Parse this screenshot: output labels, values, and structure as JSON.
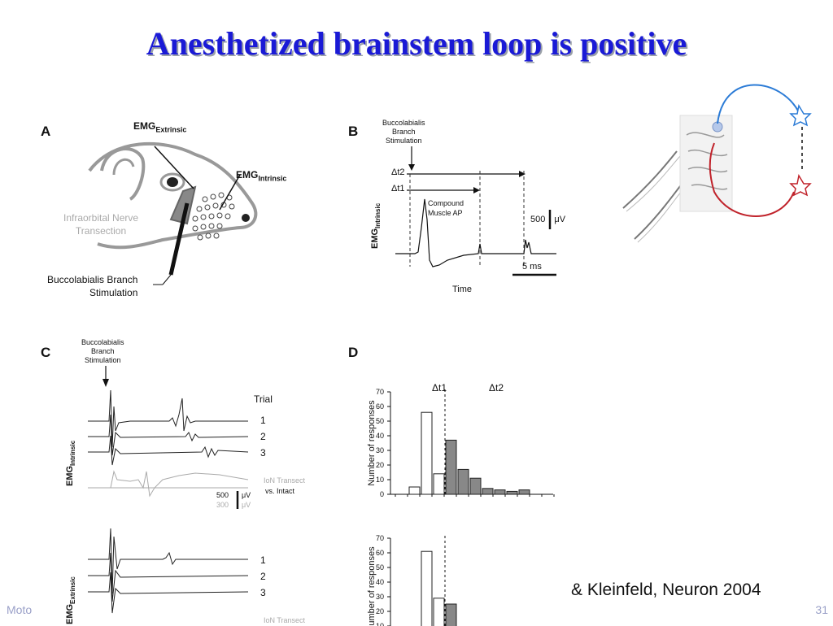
{
  "slide": {
    "title": "Anesthetized brainstem loop is positive",
    "citation": "& Kleinfeld, Neuron 2004",
    "footer_left": "Moto",
    "page_number": "31"
  },
  "panelA": {
    "letter": "A",
    "emg_extrinsic": "EMG",
    "emg_extrinsic_sub": "Extrinsic",
    "emg_intrinsic": "EMG",
    "emg_intrinsic_sub": "Intrinsic",
    "ion_transection": "Infraorbital Nerve\nTransection",
    "stimulation": "Buccolabialis Branch\nStimulation"
  },
  "panelB": {
    "letter": "B",
    "stimulation": "Buccolabialis\nBranch\nStimulation",
    "dt2": "Δt2",
    "dt1": "Δt1",
    "compound": "Compound\nMuscle AP",
    "scale_v": "500",
    "scale_v_unit": "μV",
    "scale_t": "5 ms",
    "xlabel": "Time",
    "ylabel": "EMG",
    "ylabel_sub": "Intrinsic"
  },
  "panelC": {
    "letter": "C",
    "stimulation": "Buccolabialis\nBranch\nStimulation",
    "trial_header": "Trial",
    "trials": [
      "1",
      "2",
      "3"
    ],
    "legend_ion": "IoN Transect",
    "legend_intact": "vs. Intact",
    "scale_500": "500",
    "scale_300": "300",
    "unit": "μV",
    "ylabel_intrinsic": "EMG",
    "ylabel_intrinsic_sub": "Intrinsic",
    "ylabel_extrinsic": "EMG",
    "ylabel_extrinsic_sub": "Extrinsic",
    "trials_lower": [
      "1",
      "2",
      "3"
    ],
    "legend_ion_lower": "IoN Transect"
  },
  "panelD": {
    "letter": "D",
    "dt1": "Δt1",
    "dt2": "Δt2"
  },
  "chart_data": [
    {
      "type": "bar",
      "ylabel": "Number of responses",
      "ylim": [
        0,
        70
      ],
      "yticks": [
        0,
        10,
        20,
        30,
        40,
        50,
        60,
        70
      ],
      "series": [
        {
          "name": "Δt1",
          "fill": "#ffffff",
          "values": [
            5,
            56,
            14
          ]
        },
        {
          "name": "Δt2",
          "fill": "#888888",
          "values": [
            37,
            17,
            11,
            4,
            3,
            2,
            3
          ]
        }
      ],
      "annotations": [
        "Δt1",
        "Δt2"
      ]
    },
    {
      "type": "bar",
      "ylabel": "Number of responses",
      "ylim": [
        0,
        70
      ],
      "yticks": [
        10,
        20,
        30,
        40,
        50,
        60,
        70
      ],
      "series": [
        {
          "name": "Δt1",
          "fill": "#ffffff",
          "values": [
            61,
            29
          ]
        },
        {
          "name": "Δt2",
          "fill": "#888888",
          "values": [
            25
          ]
        }
      ]
    }
  ]
}
